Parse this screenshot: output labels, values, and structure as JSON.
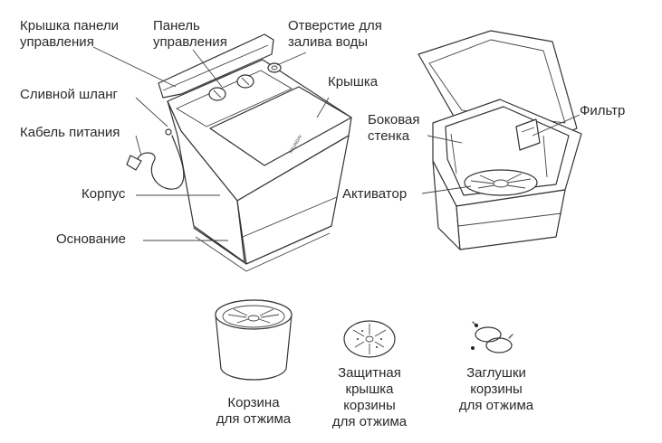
{
  "labels": {
    "panel_cover": [
      "Крышка панели",
      "управления"
    ],
    "control_panel": [
      "Панель",
      "управления"
    ],
    "water_inlet": [
      "Отверстие для",
      "залива воды"
    ],
    "lid": "Крышка",
    "drain_hose": "Сливной шланг",
    "power_cable": "Кабель питания",
    "body": "Корпус",
    "base": "Основание",
    "side_wall": [
      "Боковая",
      "стенка"
    ],
    "filter": "Фильтр",
    "agitator": "Активатор",
    "spin_basket": [
      "Корзина",
      "для отжима"
    ],
    "protective_cover": [
      "Защитная",
      "крышка",
      "корзины",
      "для отжима"
    ],
    "basket_plugs": [
      "Заглушки",
      "корзины",
      "для отжима"
    ]
  },
  "brand_text": "HYUNDAI",
  "colors": {
    "line": "#333333",
    "text": "#2a2a2a",
    "background": "#ffffff"
  }
}
